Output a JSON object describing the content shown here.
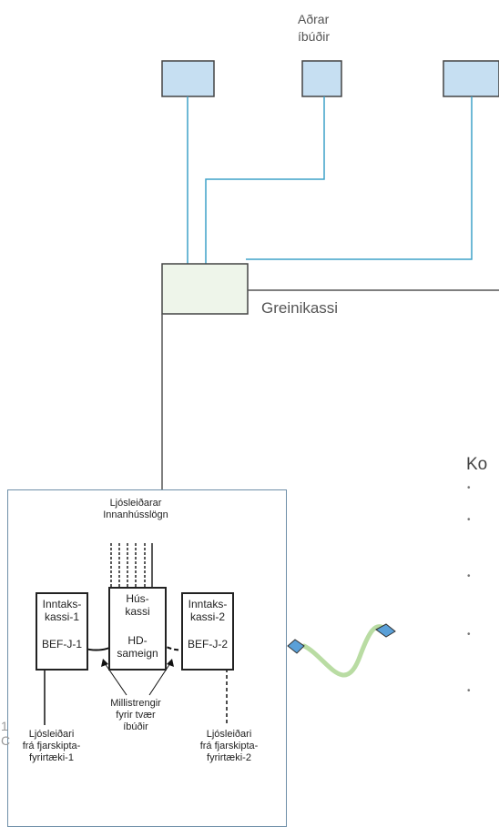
{
  "top_label": [
    "Aðrar",
    "íbúðir"
  ],
  "greinikassi_label": "Greinikassi",
  "side_title": "Ko",
  "side_bullets": [
    "•",
    "•",
    "•",
    "•",
    "•"
  ],
  "left_fragments": [
    "1",
    "C"
  ],
  "inset": {
    "top_label": [
      "Ljósleiðarar",
      "Innanhússlögn"
    ],
    "box1": {
      "title": [
        "Inntaks-",
        "kassi-1"
      ],
      "code": "BEF-J-1"
    },
    "box2": {
      "title": [
        "Hús-",
        "kassi"
      ],
      "code": [
        "HD-",
        "sameign"
      ]
    },
    "box3": {
      "title": [
        "Inntaks-",
        "kassi-2"
      ],
      "code": "BEF-J-2"
    },
    "middle_label": [
      "Millistrengir",
      "fyrir tvær",
      "íbúðir"
    ],
    "left_label": [
      "Ljósleiðari",
      "frá fjarskipta-",
      "fyrirtæki-1"
    ],
    "right_label": [
      "Ljósleiðari",
      "frá fjarskipta-",
      "fyrirtæki-2"
    ]
  },
  "colors": {
    "apt_fill": "#c6dff2",
    "cable_blue": "#3fa2c9",
    "grein_fill": "#eef5ea",
    "cable_green": "#b9dca3",
    "connector": "#5aa0d8"
  }
}
